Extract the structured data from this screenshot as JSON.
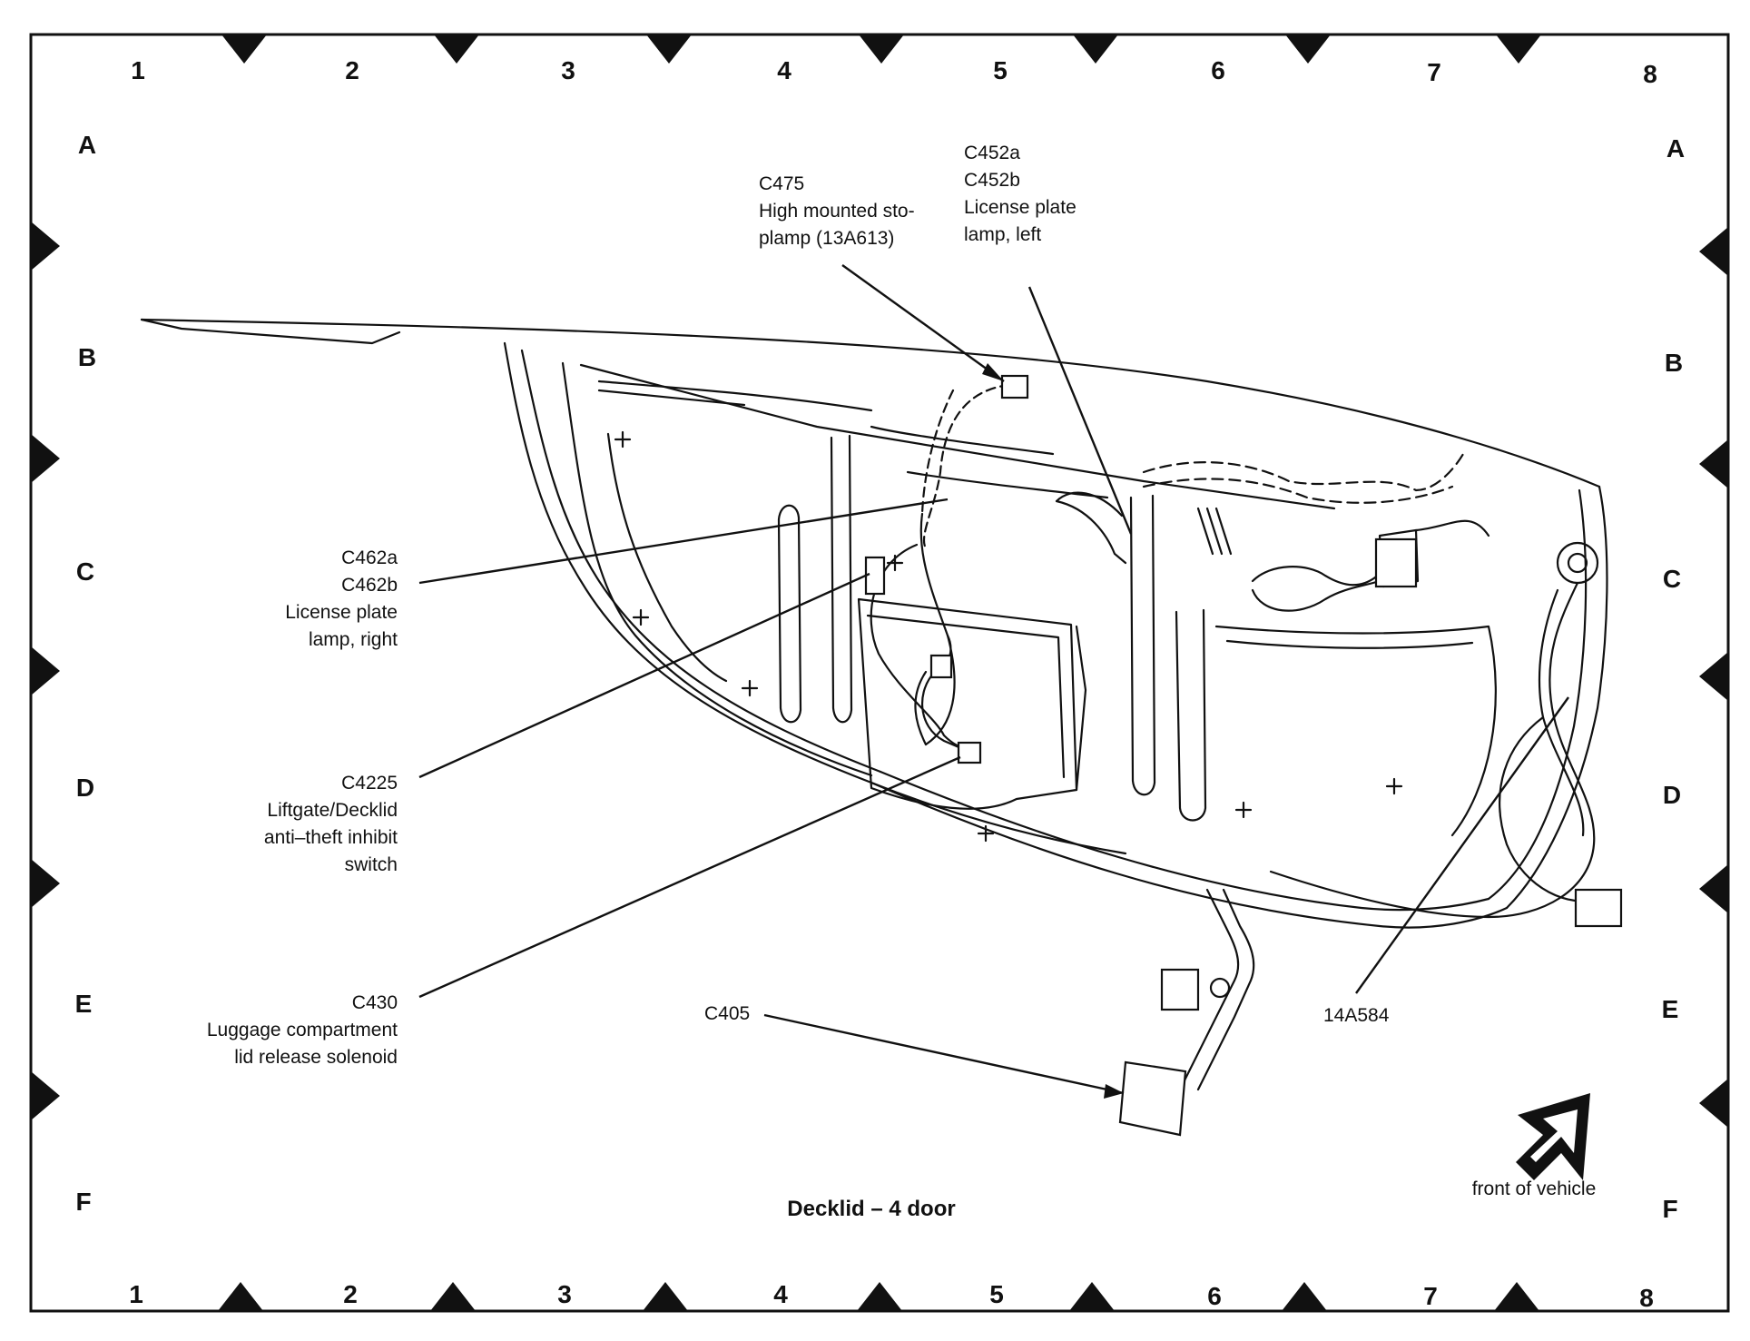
{
  "grid": {
    "columns": [
      "1",
      "2",
      "3",
      "4",
      "5",
      "6",
      "7",
      "8"
    ],
    "rows": [
      "A",
      "B",
      "C",
      "D",
      "E",
      "F"
    ]
  },
  "callouts": {
    "c475": {
      "code": "C475",
      "desc_1": "High mounted sto-",
      "desc_2": "plamp (13A613)"
    },
    "c452": {
      "code_a": "C452a",
      "code_b": "C452b",
      "desc_1": "License plate",
      "desc_2": "lamp, left"
    },
    "c462": {
      "code_a": "C462a",
      "code_b": "C462b",
      "desc_1": "License plate",
      "desc_2": "lamp, right"
    },
    "c4225": {
      "code": "C4225",
      "desc_1": "Liftgate/Decklid",
      "desc_2": "anti–theft inhibit",
      "desc_3": "switch"
    },
    "c430": {
      "code": "C430",
      "desc_1": "Luggage compartment",
      "desc_2": "lid release solenoid"
    },
    "c405": {
      "code": "C405"
    },
    "harness": {
      "code": "14A584"
    }
  },
  "caption": "Decklid – 4 door",
  "front_label": "front of vehicle",
  "colors": {
    "ink": "#111111",
    "paper": "#ffffff"
  }
}
